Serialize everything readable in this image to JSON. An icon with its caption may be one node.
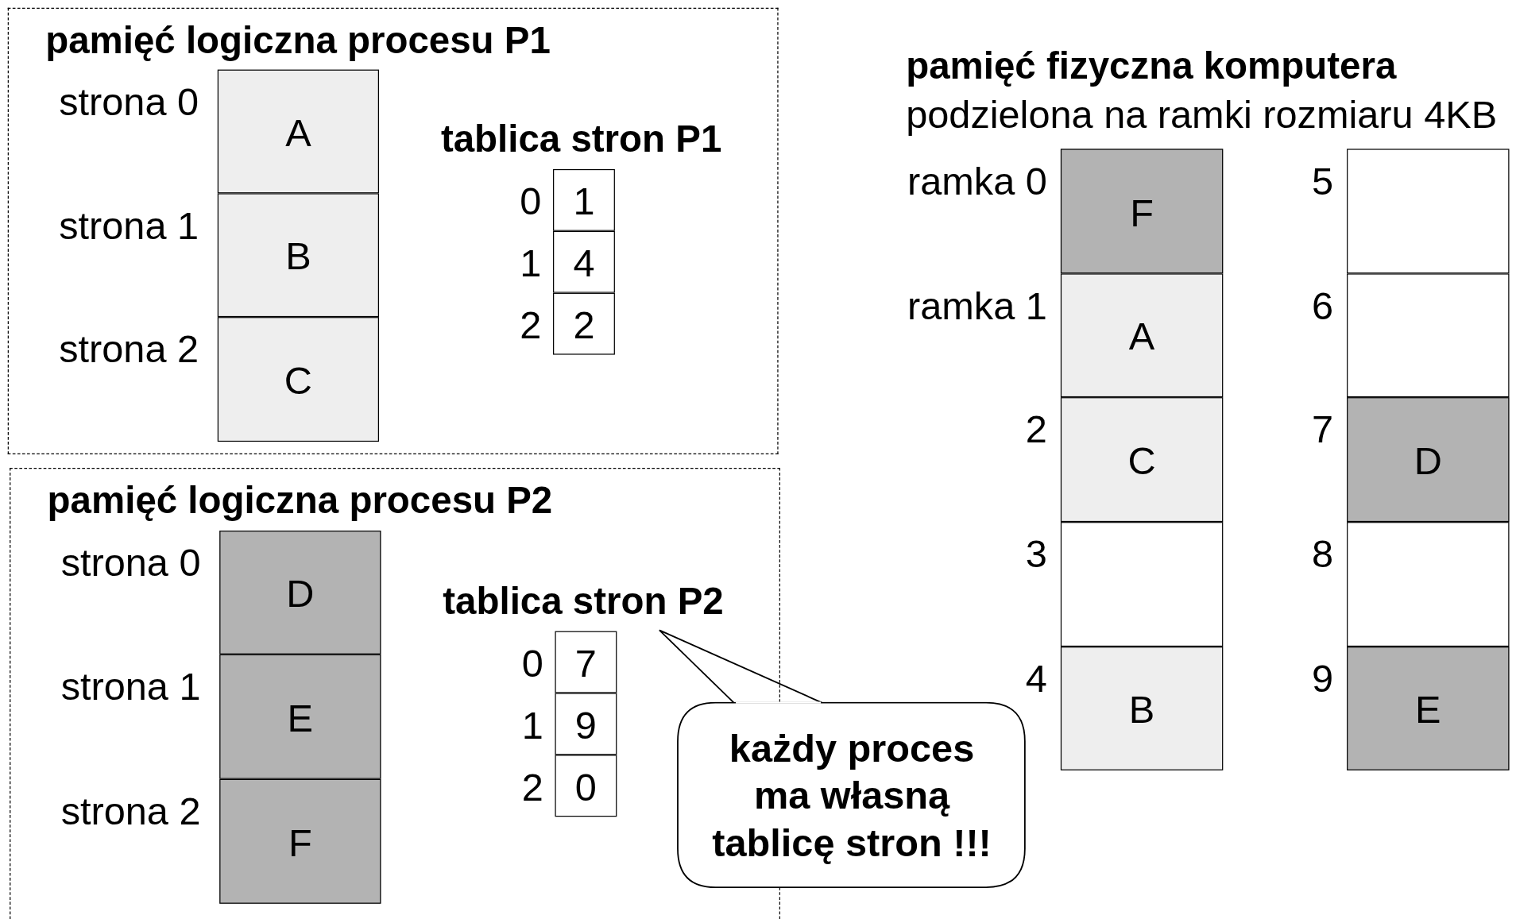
{
  "diagram": {
    "nodes": [
      {
        "text": [
          "pamięć logiczna procesu P1"
        ]
      },
      {
        "text": [
          "A"
        ],
        "in": 0,
        "beside": [
          "strona 0"
        ]
      },
      {
        "text": [
          "B"
        ],
        "in": 0,
        "beside": [
          "strona 1"
        ]
      },
      {
        "text": [
          "C"
        ],
        "in": 0,
        "beside": [
          "strona 2"
        ]
      },
      {
        "text": [
          "tablica stron P1"
        ],
        "in": 0
      },
      {
        "text": [
          "1"
        ],
        "in": 4,
        "beside": [
          "0"
        ]
      },
      {
        "text": [
          "4"
        ],
        "in": 4,
        "beside": [
          "1"
        ]
      },
      {
        "text": [
          "2"
        ],
        "in": 4,
        "beside": [
          "2"
        ]
      },
      {
        "text": [
          "pamięć logiczna procesu P2"
        ]
      },
      {
        "text": [
          "D"
        ],
        "in": 8,
        "beside": [
          "strona 0"
        ]
      },
      {
        "text": [
          "E"
        ],
        "in": 8,
        "beside": [
          "strona 1"
        ]
      },
      {
        "text": [
          "F"
        ],
        "in": 8,
        "beside": [
          "strona 2"
        ]
      },
      {
        "text": [
          "tablica stron P2"
        ],
        "in": 8
      },
      {
        "text": [
          "7"
        ],
        "in": 12,
        "beside": [
          "0"
        ]
      },
      {
        "text": [
          "9"
        ],
        "in": 12,
        "beside": [
          "1"
        ]
      },
      {
        "text": [
          "0"
        ],
        "in": 12,
        "beside": [
          "2"
        ]
      },
      {
        "text": [
          "każdy proces ma własną tablicę stron !!!"
        ]
      },
      {
        "text": [
          "F"
        ],
        "beside": [
          "ramka 0"
        ]
      },
      {
        "text": [
          "A"
        ],
        "beside": [
          "ramka 1"
        ]
      },
      {
        "text": [
          "C"
        ],
        "beside": [
          "2"
        ]
      },
      {
        "text": [],
        "shape": "box",
        "beside": [
          "3"
        ]
      },
      {
        "text": [
          "B"
        ],
        "beside": [
          "4"
        ]
      },
      {
        "text": [],
        "shape": "box",
        "beside": [
          "5"
        ]
      },
      {
        "text": [],
        "shape": "box",
        "beside": [
          "6"
        ]
      },
      {
        "text": [
          "D"
        ],
        "beside": [
          "7"
        ]
      },
      {
        "text": [],
        "shape": "box",
        "beside": [
          "8"
        ]
      },
      {
        "text": [
          "E"
        ],
        "beside": [
          "9"
        ]
      }
    ],
    "labels": [
      "pamięć fizyczna komputera",
      "podzielona na ramki rozmiaru 4KB"
    ]
  }
}
